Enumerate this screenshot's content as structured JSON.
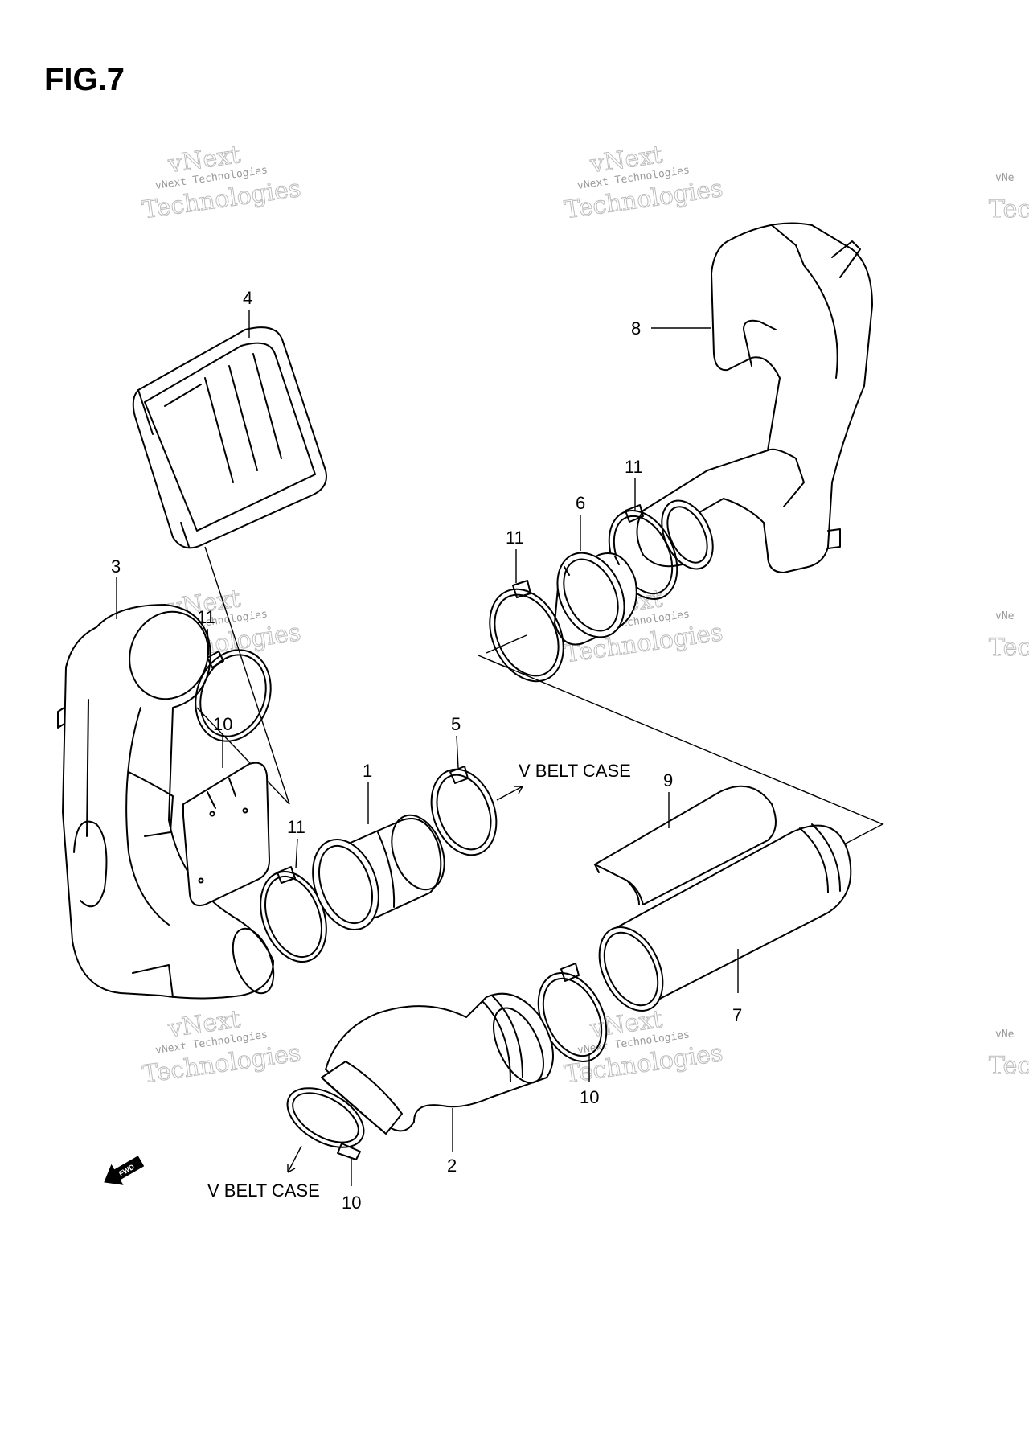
{
  "figure": {
    "title": "FIG.7"
  },
  "callouts": {
    "c1": "1",
    "c2": "2",
    "c3": "3",
    "c4": "4",
    "c5": "5",
    "c6": "6",
    "c7": "7",
    "c8": "8",
    "c9": "9",
    "c10a": "10",
    "c10b": "10",
    "c10c": "10",
    "c11a": "11",
    "c11b": "11",
    "c11c": "11",
    "c11d": "11"
  },
  "notes": {
    "vbelt_upper": "V BELT CASE",
    "vbelt_lower": "V BELT CASE",
    "fwd": "FWD"
  },
  "watermark": {
    "line1": "vNext",
    "line2": "vNext Technologies",
    "line3": "Technologies",
    "edge_line1": "vNe",
    "edge_line2": "Tec"
  }
}
